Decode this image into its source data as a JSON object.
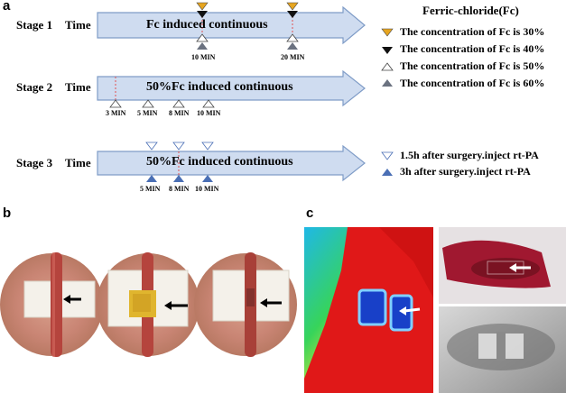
{
  "panel_a": {
    "letter": "a",
    "time_label": "Time",
    "stages": [
      {
        "label": "Stage 1",
        "arrow_text": "Fc induced continuous",
        "minutes": [
          "10 MIN",
          "20 MIN"
        ]
      },
      {
        "label": "Stage 2",
        "arrow_text": "50%Fc induced continuous",
        "minutes": [
          "3 MIN",
          "5 MIN",
          "8 MIN",
          "10 MIN"
        ]
      },
      {
        "label": "Stage 3",
        "arrow_text": "50%Fc induced continuous",
        "minutes": [
          "5 MIN",
          "8 MIN",
          "10 MIN"
        ]
      }
    ],
    "legend_title": "Ferric-chloride(Fc)",
    "legend_fc": [
      {
        "text": "The concentration of Fc is 30%",
        "marker": "orange-down-triangle-icon",
        "color": "#E6A520"
      },
      {
        "text": "The concentration of Fc is 40%",
        "marker": "black-down-triangle-icon",
        "color": "#111111"
      },
      {
        "text": "The concentration of Fc is 50%",
        "marker": "white-up-triangle-icon",
        "color": "#ffffff"
      },
      {
        "text": "The concentration of Fc is 60%",
        "marker": "gray-up-triangle-icon",
        "color": "#6b7280"
      }
    ],
    "legend_rtpa": [
      {
        "text": "1.5h after surgery.inject rt-PA",
        "marker": "white-down-triangle-icon",
        "color": "#ffffff"
      },
      {
        "text": "3h after surgery.inject rt-PA",
        "marker": "blue-up-triangle-icon",
        "color": "#4A6FB5"
      }
    ]
  },
  "panel_b": {
    "letter": "b"
  },
  "panel_c": {
    "letter": "c"
  },
  "colors": {
    "arrow_fill": "#cfdcf0",
    "arrow_stroke": "#7f9cc7",
    "dashed_line": "#e05050",
    "blue_marker": "#4A6FB5"
  }
}
